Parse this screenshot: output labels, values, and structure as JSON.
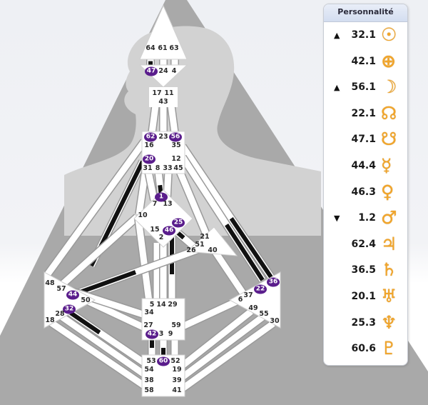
{
  "panel": {
    "title": "Personnalité",
    "rows": [
      {
        "arrow": "▲",
        "value": "32.1",
        "planet": "sun",
        "symbol": "☉"
      },
      {
        "arrow": "",
        "value": "42.1",
        "planet": "earth",
        "symbol": "⊕"
      },
      {
        "arrow": "▲",
        "value": "56.1",
        "planet": "moon",
        "symbol": "☽"
      },
      {
        "arrow": "",
        "value": "22.1",
        "planet": "north-node",
        "symbol": "☊"
      },
      {
        "arrow": "",
        "value": "47.1",
        "planet": "south-node",
        "symbol": "☋"
      },
      {
        "arrow": "",
        "value": "44.4",
        "planet": "mercury",
        "symbol": "☿"
      },
      {
        "arrow": "",
        "value": "46.3",
        "planet": "venus",
        "symbol": "♀"
      },
      {
        "arrow": "▼",
        "value": "1.2",
        "planet": "mars",
        "symbol": "♂"
      },
      {
        "arrow": "",
        "value": "62.4",
        "planet": "jupiter",
        "symbol": "♃"
      },
      {
        "arrow": "",
        "value": "36.5",
        "planet": "saturn",
        "symbol": "♄"
      },
      {
        "arrow": "",
        "value": "20.1",
        "planet": "uranus",
        "symbol": "♅"
      },
      {
        "arrow": "",
        "value": "25.3",
        "planet": "neptune",
        "symbol": "♆"
      },
      {
        "arrow": "",
        "value": "60.6",
        "planet": "pluto",
        "symbol": "♇"
      }
    ]
  },
  "colors": {
    "active_gate": "#5a1d8c",
    "planet_symbol": "#f2a52a",
    "defined_channel": "#111111"
  },
  "gates": [
    {
      "n": "64",
      "active": false
    },
    {
      "n": "61",
      "active": false
    },
    {
      "n": "63",
      "active": false
    },
    {
      "n": "47",
      "active": true
    },
    {
      "n": "24",
      "active": false
    },
    {
      "n": "4",
      "active": false
    },
    {
      "n": "17",
      "active": false
    },
    {
      "n": "11",
      "active": false
    },
    {
      "n": "43",
      "active": false
    },
    {
      "n": "62",
      "active": true
    },
    {
      "n": "23",
      "active": false
    },
    {
      "n": "56",
      "active": true
    },
    {
      "n": "16",
      "active": false
    },
    {
      "n": "35",
      "active": false
    },
    {
      "n": "20",
      "active": true
    },
    {
      "n": "12",
      "active": false
    },
    {
      "n": "31",
      "active": false
    },
    {
      "n": "8",
      "active": false
    },
    {
      "n": "33",
      "active": false
    },
    {
      "n": "45",
      "active": false
    },
    {
      "n": "1",
      "active": true
    },
    {
      "n": "7",
      "active": false
    },
    {
      "n": "13",
      "active": false
    },
    {
      "n": "10",
      "active": false
    },
    {
      "n": "15",
      "active": false
    },
    {
      "n": "25",
      "active": true
    },
    {
      "n": "46",
      "active": true
    },
    {
      "n": "2",
      "active": false
    },
    {
      "n": "21",
      "active": false
    },
    {
      "n": "51",
      "active": false
    },
    {
      "n": "26",
      "active": false
    },
    {
      "n": "40",
      "active": false
    },
    {
      "n": "48",
      "active": false
    },
    {
      "n": "57",
      "active": false
    },
    {
      "n": "44",
      "active": true
    },
    {
      "n": "50",
      "active": false
    },
    {
      "n": "32",
      "active": true
    },
    {
      "n": "28",
      "active": false
    },
    {
      "n": "18",
      "active": false
    },
    {
      "n": "36",
      "active": true
    },
    {
      "n": "22",
      "active": true
    },
    {
      "n": "37",
      "active": false
    },
    {
      "n": "6",
      "active": false
    },
    {
      "n": "49",
      "active": false
    },
    {
      "n": "55",
      "active": false
    },
    {
      "n": "30",
      "active": false
    },
    {
      "n": "5",
      "active": false
    },
    {
      "n": "14",
      "active": false
    },
    {
      "n": "29",
      "active": false
    },
    {
      "n": "34",
      "active": false
    },
    {
      "n": "27",
      "active": false
    },
    {
      "n": "59",
      "active": false
    },
    {
      "n": "42",
      "active": true
    },
    {
      "n": "3",
      "active": false
    },
    {
      "n": "9",
      "active": false
    },
    {
      "n": "53",
      "active": false
    },
    {
      "n": "60",
      "active": true
    },
    {
      "n": "52",
      "active": false
    },
    {
      "n": "54",
      "active": false
    },
    {
      "n": "19",
      "active": false
    },
    {
      "n": "38",
      "active": false
    },
    {
      "n": "39",
      "active": false
    },
    {
      "n": "58",
      "active": false
    },
    {
      "n": "41",
      "active": false
    }
  ]
}
